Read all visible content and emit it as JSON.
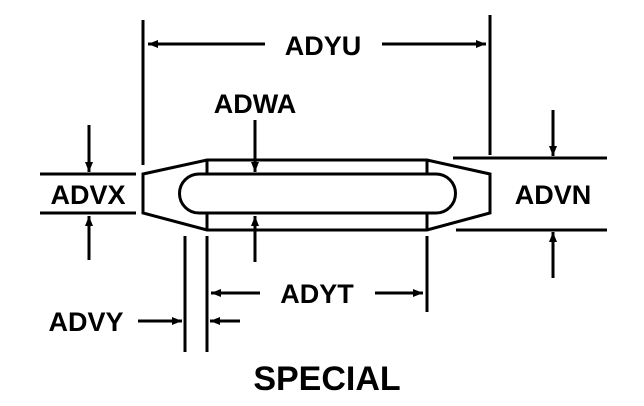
{
  "labels": {
    "adyu": "ADYU",
    "adwa": "ADWA",
    "advx": "ADVX",
    "advn": "ADVN",
    "adyt": "ADYT",
    "advy": "ADVY"
  },
  "title": "SPECIAL"
}
